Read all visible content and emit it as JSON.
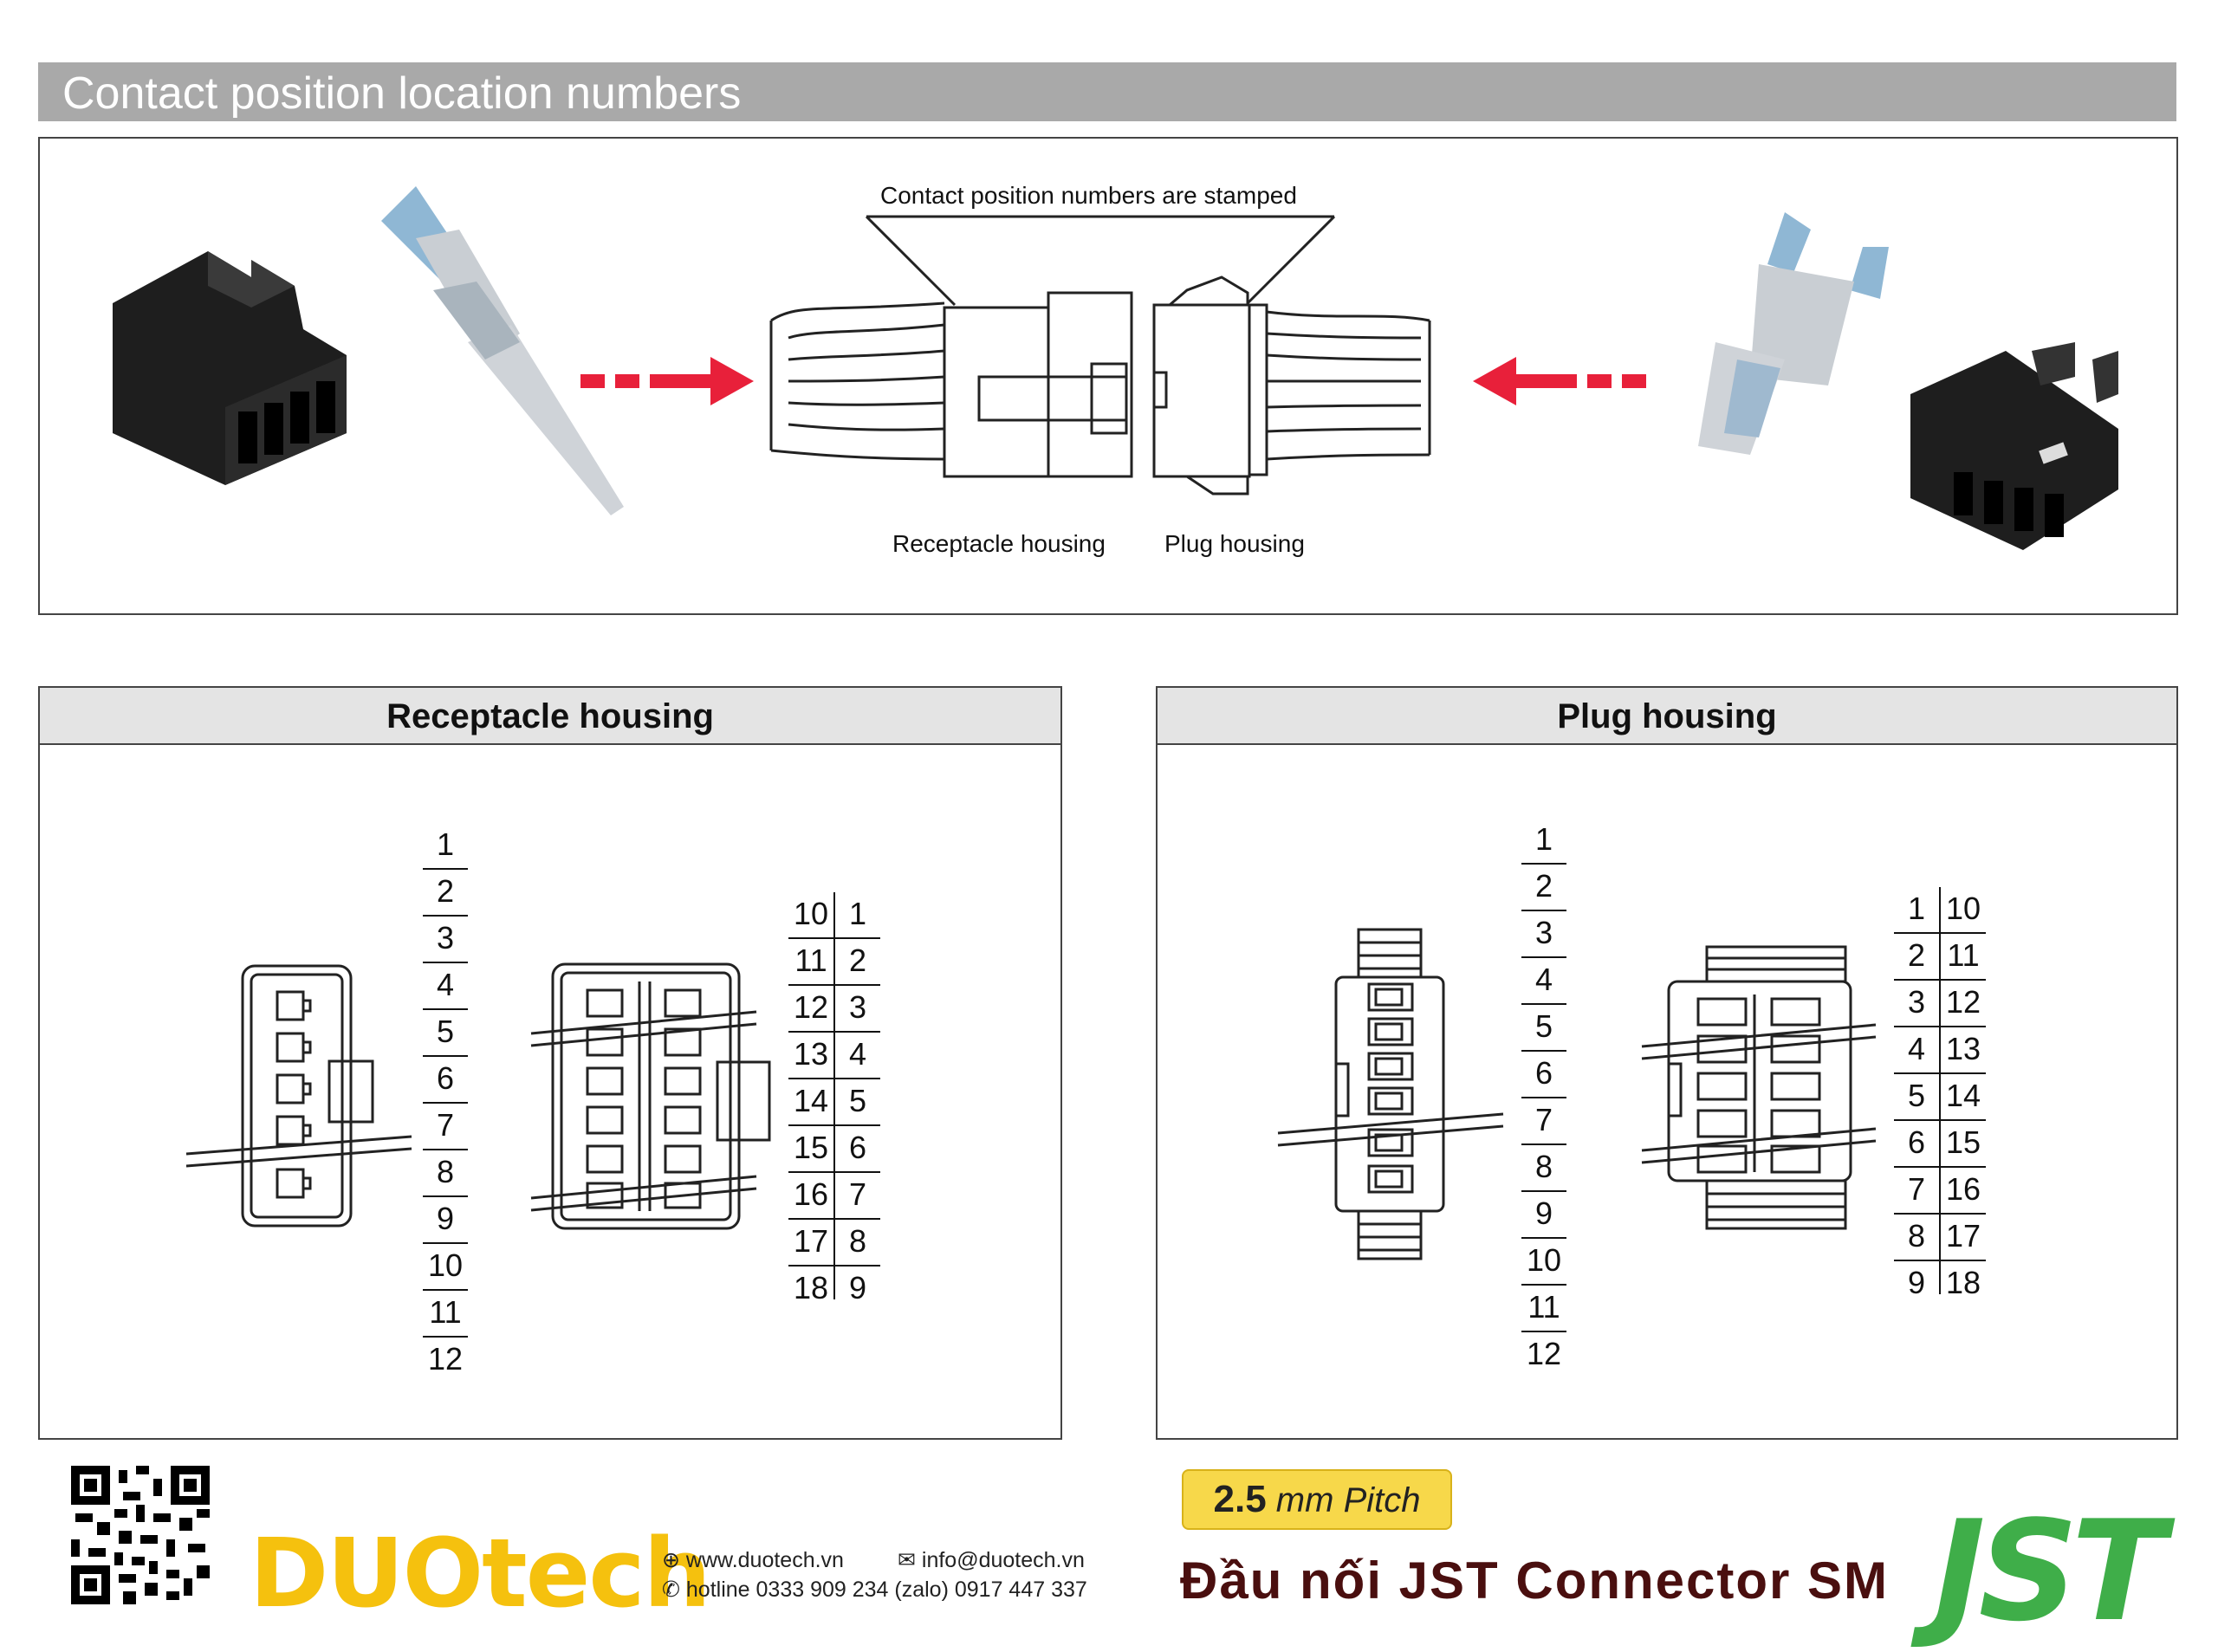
{
  "header": {
    "title": "Contact position location numbers"
  },
  "top_diagram": {
    "callout": "Contact position numbers are stamped",
    "label_receptacle": "Receptacle housing",
    "label_plug": "Plug housing"
  },
  "receptacle_panel": {
    "title": "Receptacle housing",
    "single_row_numbers": [
      "1",
      "2",
      "3",
      "4",
      "5",
      "6",
      "7",
      "8",
      "9",
      "10",
      "11",
      "12"
    ],
    "double_row_left": [
      "10",
      "11",
      "12",
      "13",
      "14",
      "15",
      "16",
      "17",
      "18"
    ],
    "double_row_right": [
      "1",
      "2",
      "3",
      "4",
      "5",
      "6",
      "7",
      "8",
      "9"
    ]
  },
  "plug_panel": {
    "title": "Plug housing",
    "single_row_numbers": [
      "1",
      "2",
      "3",
      "4",
      "5",
      "6",
      "7",
      "8",
      "9",
      "10",
      "11",
      "12"
    ],
    "double_row_left": [
      "1",
      "2",
      "3",
      "4",
      "5",
      "6",
      "7",
      "8",
      "9"
    ],
    "double_row_right": [
      "10",
      "11",
      "12",
      "13",
      "14",
      "15",
      "16",
      "17",
      "18"
    ]
  },
  "footer": {
    "brand": "DUOtech",
    "website": "www.duotech.vn",
    "email": "info@duotech.vn",
    "hotline": "hotline  0333 909 234  (zalo) 0917 447 337",
    "pitch_value": "2.5",
    "pitch_unit": "mm",
    "pitch_label": "Pitch",
    "product_title": "Đầu nối  JST  Connector  SM",
    "jst_logo": "JST"
  },
  "colors": {
    "arrow": "#e8203a",
    "title_bar": "#a9a9a9",
    "brand_yellow": "#f5c10e",
    "jst_green": "#3fae49",
    "product_title": "#4a0f0f"
  }
}
